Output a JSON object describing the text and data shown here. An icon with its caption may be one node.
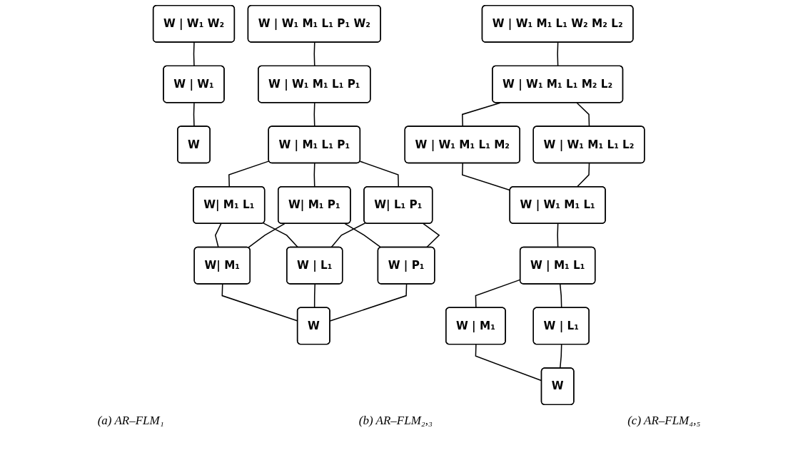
{
  "diagram": {
    "nodes": [
      {
        "text": [
          "W | W₁ W₂"
        ]
      },
      {
        "text": [
          "W | W₁"
        ]
      },
      {
        "text": [
          "W"
        ]
      },
      {
        "text": [
          "W | W₁ M₁ L₁ P₁ W₂"
        ]
      },
      {
        "text": [
          "W | W₁ M₁ L₁ P₁"
        ]
      },
      {
        "text": [
          "W | M₁ L₁ P₁"
        ]
      },
      {
        "text": [
          "W| M₁ L₁"
        ]
      },
      {
        "text": [
          "W| M₁ P₁"
        ]
      },
      {
        "text": [
          "W| L₁ P₁"
        ]
      },
      {
        "text": [
          "W| M₁"
        ]
      },
      {
        "text": [
          "W | L₁"
        ]
      },
      {
        "text": [
          "W | P₁"
        ]
      },
      {
        "text": [
          "W"
        ]
      },
      {
        "text": [
          "W | W₁ M₁ L₁ W₂ M₂ L₂"
        ]
      },
      {
        "text": [
          "W | W₁ M₁ L₁ M₂ L₂"
        ]
      },
      {
        "text": [
          "W | W₁ M₁ L₁ M₂"
        ]
      },
      {
        "text": [
          "W | W₁ M₁ L₁ L₂"
        ]
      },
      {
        "text": [
          "W | W₁ M₁ L₁"
        ]
      },
      {
        "text": [
          "W | M₁ L₁"
        ]
      },
      {
        "text": [
          "W | M₁"
        ]
      },
      {
        "text": [
          "W | L₁"
        ]
      },
      {
        "text": [
          "W"
        ]
      }
    ],
    "edges": [
      {
        "from": 0,
        "to": 1,
        "arrow": "none"
      },
      {
        "from": 1,
        "to": 2,
        "arrow": "none"
      },
      {
        "from": 3,
        "to": 4,
        "arrow": "none"
      },
      {
        "from": 4,
        "to": 5,
        "arrow": "none"
      },
      {
        "from": 5,
        "to": 6,
        "arrow": "none"
      },
      {
        "from": 5,
        "to": 7,
        "arrow": "none"
      },
      {
        "from": 5,
        "to": 8,
        "arrow": "none"
      },
      {
        "from": 6,
        "to": 9,
        "arrow": "none"
      },
      {
        "from": 6,
        "to": 10,
        "arrow": "none"
      },
      {
        "from": 7,
        "to": 9,
        "arrow": "none"
      },
      {
        "from": 7,
        "to": 11,
        "arrow": "none"
      },
      {
        "from": 8,
        "to": 10,
        "arrow": "none"
      },
      {
        "from": 8,
        "to": 11,
        "arrow": "none"
      },
      {
        "from": 9,
        "to": 12,
        "arrow": "none"
      },
      {
        "from": 10,
        "to": 12,
        "arrow": "none"
      },
      {
        "from": 11,
        "to": 12,
        "arrow": "none"
      },
      {
        "from": 13,
        "to": 14,
        "arrow": "none"
      },
      {
        "from": 14,
        "to": 15,
        "arrow": "none"
      },
      {
        "from": 14,
        "to": 16,
        "arrow": "none"
      },
      {
        "from": 15,
        "to": 17,
        "arrow": "none"
      },
      {
        "from": 16,
        "to": 17,
        "arrow": "none"
      },
      {
        "from": 17,
        "to": 18,
        "arrow": "none"
      },
      {
        "from": 18,
        "to": 19,
        "arrow": "none"
      },
      {
        "from": 18,
        "to": 20,
        "arrow": "none"
      },
      {
        "from": 19,
        "to": 21,
        "arrow": "none"
      },
      {
        "from": 20,
        "to": 21,
        "arrow": "none"
      }
    ],
    "labels": [
      "(a) AR–FLM₁",
      "(b) AR–FLM₂,₃",
      "(c) AR–FLM₄,₅"
    ]
  }
}
